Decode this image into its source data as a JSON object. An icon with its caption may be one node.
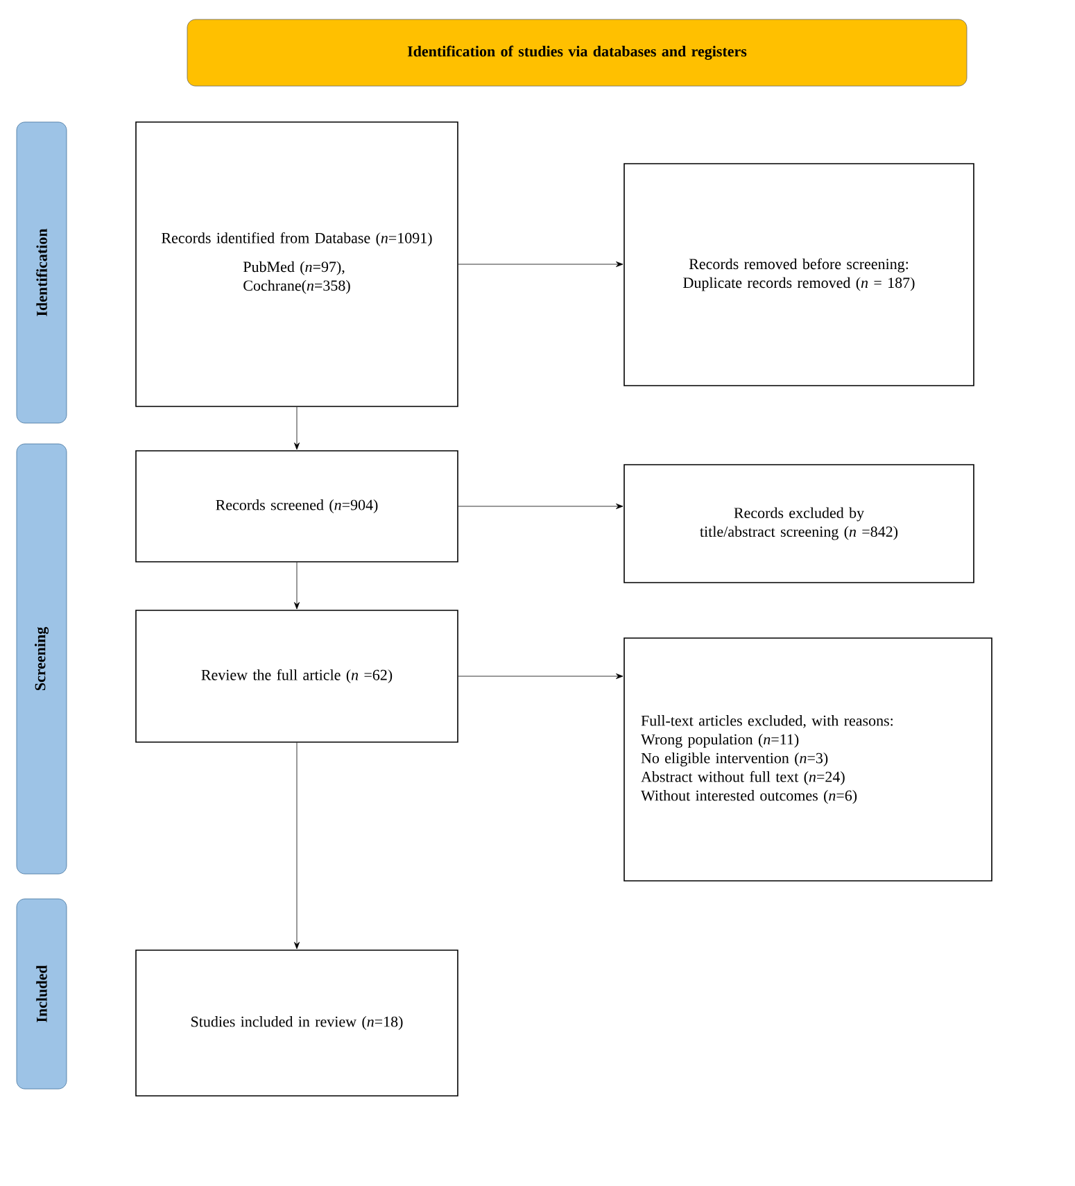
{
  "diagram": {
    "nodes": [
      {
        "text": [
          "Identification of studies via databases and registers"
        ]
      },
      {
        "text": [
          "Identification"
        ]
      },
      {
        "text": [
          "Screening"
        ]
      },
      {
        "text": [
          "Included"
        ]
      },
      {
        "text": [
          "Records identified from Database (*n*=1091)",
          "PubMed (*n*=97),",
          "Cochrane(*n*=358)"
        ]
      },
      {
        "text": [
          "Records removed before screening: Duplicate records removed (*n* = 187)"
        ]
      },
      {
        "text": [
          "Records screened (*n*=904)"
        ]
      },
      {
        "text": [
          "Records excluded by title/abstract screening (*n* =842)"
        ]
      },
      {
        "text": [
          "Review the full article (*n* =62)"
        ]
      },
      {
        "text": [
          "Full-text articles excluded, with reasons:",
          "Wrong population (*n*=11)",
          "No eligible intervention (*n*=3)",
          "Abstract without full text (*n*=24)",
          "Without interested outcomes (*n*=6)"
        ]
      },
      {
        "text": [
          "Studies included in review (*n*=18)"
        ]
      }
    ],
    "edges": [
      {
        "from": 4,
        "to": 5,
        "arrow": "to"
      },
      {
        "from": 4,
        "to": 6,
        "arrow": "to"
      },
      {
        "from": 6,
        "to": 7,
        "arrow": "to"
      },
      {
        "from": 6,
        "to": 8,
        "arrow": "to"
      },
      {
        "from": 8,
        "to": 9,
        "arrow": "to"
      },
      {
        "from": 8,
        "to": 10,
        "arrow": "to"
      }
    ]
  }
}
